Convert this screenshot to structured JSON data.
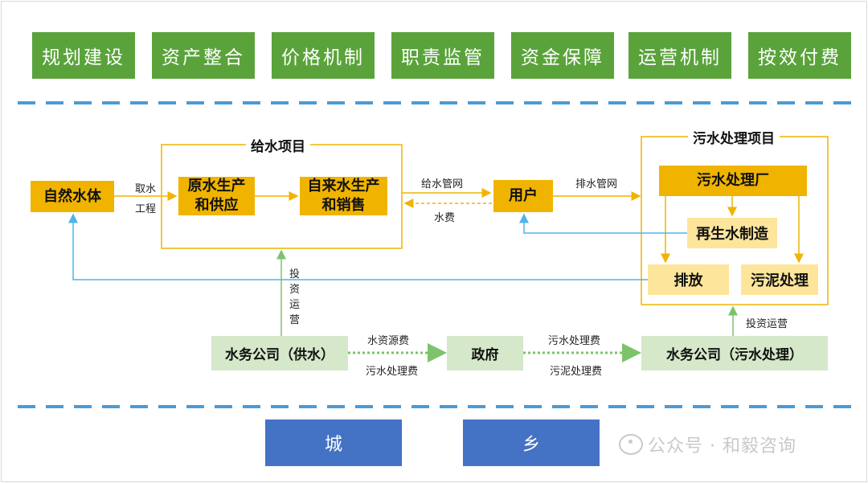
{
  "top_boxes": [
    "规划建设",
    "资产整合",
    "价格机制",
    "职责监管",
    "资金保障",
    "运营机制",
    "按效付费"
  ],
  "supply": {
    "title": "给水项目",
    "natural": "自然水体",
    "intake": [
      "取水",
      "工程"
    ],
    "raw": [
      "原水生产",
      "和供应"
    ],
    "tap": [
      "自来水生产",
      "和销售"
    ]
  },
  "users": {
    "label": "用户",
    "pipe_to_user": "给水管网",
    "fee_back": "水费",
    "drain": "排水管网"
  },
  "sewage": {
    "title": "污水处理项目",
    "plant": "污水处理厂",
    "reuse": "再生水制造",
    "discharge": "排放",
    "sludge": "污泥处理"
  },
  "investment_left": [
    "投",
    "资",
    "运",
    "营"
  ],
  "investment_right": "投资运营",
  "bottom": {
    "company_supply": "水务公司（供水）",
    "government": "政府",
    "company_sewage": "水务公司（污水处理）",
    "fee1": "水资源费",
    "fee2": "污水处理费",
    "fee3": "污水处理费",
    "fee4": "污泥处理费"
  },
  "regions": [
    "城",
    "乡"
  ],
  "watermark": "公众号 · 和毅咨询",
  "colors": {
    "green": "#5aa33b",
    "orange": "#f0b400",
    "light_orange": "#fde59b",
    "light_green": "#d5e8c9",
    "blue": "#4472c4",
    "arrow_blue": "#4fb5e6",
    "arrow_green": "#7cc36b",
    "dash_blue": "#4a9bd6"
  }
}
